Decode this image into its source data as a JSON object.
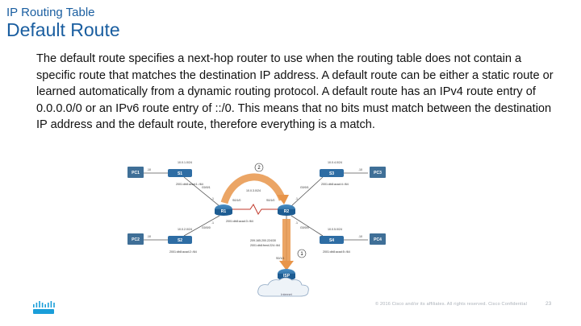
{
  "header": {
    "eyebrow": "IP Routing Table",
    "title": "Default Route"
  },
  "content": {
    "paragraph": "The default route specifies a next-hop router to use when the routing table does not contain a specific route that matches the destination IP address. A default route can be either a static route or learned automatically from a dynamic routing protocol. A default route has an IPv4 route entry of 0.0.0.0/0 or an IPv6 route entry of ::/0. This means that no bits must match between the destination IP address and the default route, therefore everything is a match."
  },
  "diagram": {
    "devices": {
      "pc1": "PC1",
      "pc2": "PC2",
      "pc3": "PC3",
      "pc4": "PC4",
      "s1": "S1",
      "s2": "S2",
      "s3": "S3",
      "s4": "S4",
      "r1": "R1",
      "r2": "R2",
      "isp": "ISP"
    },
    "callouts": {
      "one": "1",
      "two": "2"
    },
    "labels": {
      "net_top_left": "10.0.1.0/24",
      "net_top_right": "10.0.4.0/24",
      "net_middle": "10.0.3.0/24",
      "net_bottom_left": "10.0.2.0/24",
      "net_bottom_right": "10.0.5.0/24",
      "v6_s1": "2001:db8:acad:1::/64",
      "v6_s3": "2001:db8:acad:4::/64",
      "v6_r1r2": "2001:db8:acad:3::/64",
      "v6_s2": "2001:db8:acad:2::/64",
      "v6_s4": "2001:db8:acad:5::/64",
      "isp_v4": "209.165.200.224/30",
      "isp_v6": "2001:db8:feed:224::/64",
      "internet": "Internet",
      "h10_a": ".10",
      "h10_b": ".10",
      "h10_c": ".10",
      "h10_d": ".10",
      "h1_a": ".1",
      "h1_b": ".1",
      "h1_c": ".1",
      "h1_d": ".1",
      "g001_a": "G0/0/1",
      "g000_a": "G0/0/0",
      "s010_a": "S0/1/0",
      "g001_b": "G0/0/1",
      "g000_b": "G0/0/0",
      "s010_b": "S0/1/0",
      "s011": "S0/1/1"
    }
  },
  "footer": {
    "copyright": "© 2016 Cisco and/or its affiliates. All rights reserved.   Cisco Confidential",
    "page": "23"
  }
}
